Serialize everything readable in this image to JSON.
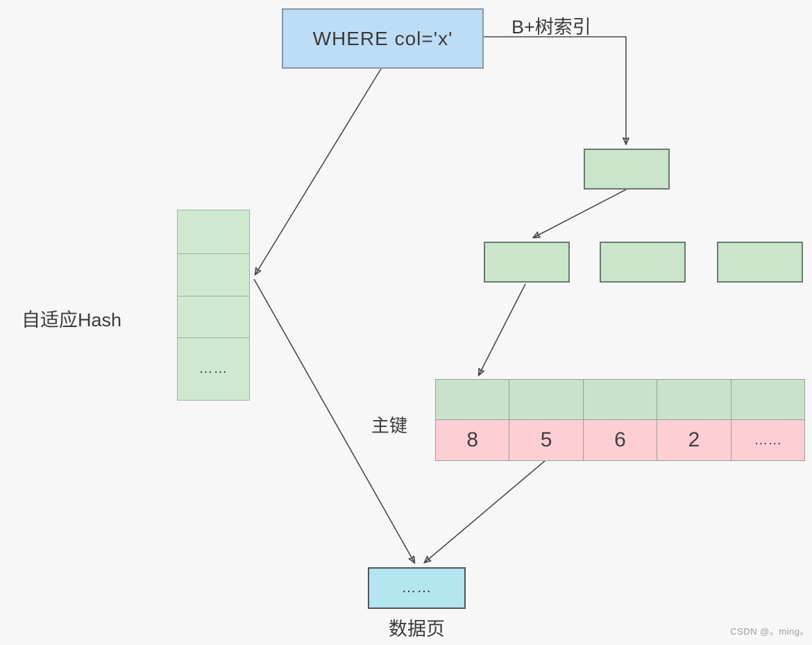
{
  "diagram": {
    "query_box": {
      "label": "WHERE col='x'"
    },
    "btree_index_label": "B+树索引",
    "adaptive_hash_label": "自适应Hash",
    "hash_stack": {
      "cells": [
        "",
        "",
        "",
        "……"
      ]
    },
    "btree": {
      "root_label": "",
      "leaf_labels": [
        "",
        "",
        ""
      ]
    },
    "primary_key_table": {
      "label": "主键",
      "index_row": [
        "",
        "",
        "",
        "",
        ""
      ],
      "key_row": [
        "8",
        "5",
        "6",
        "2",
        "……"
      ]
    },
    "data_page": {
      "content": "……",
      "label": "数据页"
    },
    "watermark": "CSDN @。ming。",
    "colors": {
      "background": "#f7f7f8",
      "query_box_fill": "#bddcf5",
      "data_page_fill": "#b3e6f1",
      "node_fill": "#c9e5ca",
      "key_row_fill": "#fdced4",
      "connector": "#4a4a4a"
    }
  }
}
